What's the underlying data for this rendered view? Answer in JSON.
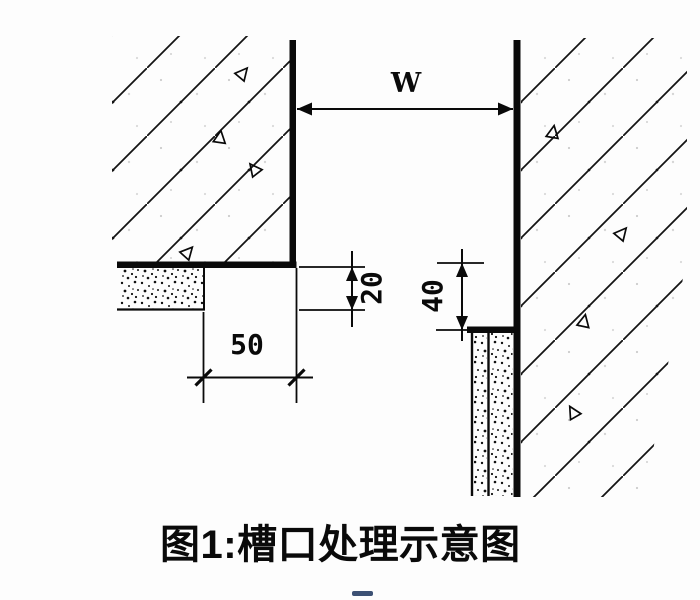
{
  "colors": {
    "ink": "#0a0a0a",
    "bg": "#fdfdfd",
    "cursor_dash": "#3d5174"
  },
  "diagram": {
    "caption": "图1:槽口处理示意图",
    "dims": {
      "groove_width": "W",
      "left_depth": "20",
      "right_depth": "40",
      "left_offset": "50"
    }
  }
}
